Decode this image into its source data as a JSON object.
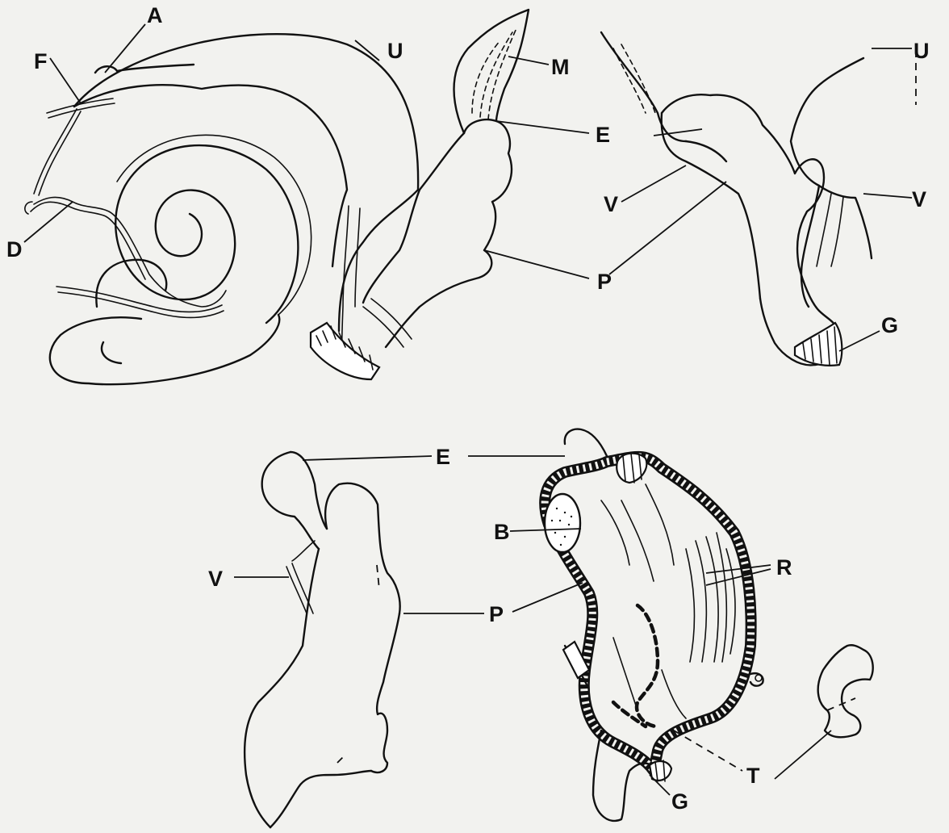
{
  "figure": {
    "background": "#f2f2ef",
    "ink": "#111111",
    "labels": {
      "A": "A",
      "F": "F",
      "D": "D",
      "U": "U",
      "M": "M",
      "E": "E",
      "P": "P",
      "V": "V",
      "G": "G",
      "B": "B",
      "R": "R",
      "T": "T"
    }
  }
}
